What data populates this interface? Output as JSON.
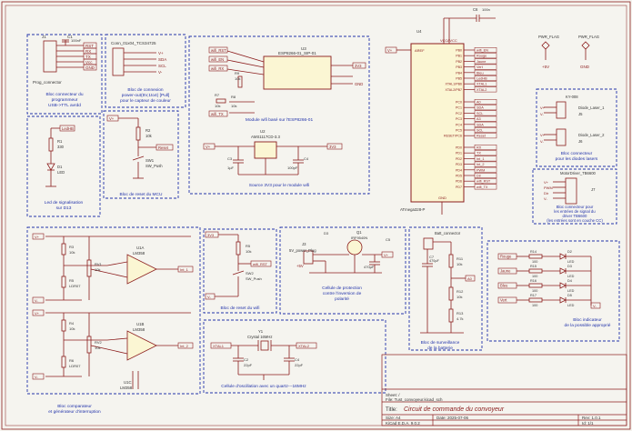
{
  "blocks": {
    "usb_programmer": {
      "title_lines": [
        "Bloc connecteur du",
        "programmeur",
        "USB->TTL avrdd"
      ],
      "label": "Prog_connector",
      "ref": "J1",
      "cap": "C1",
      "cap_val": "100nF",
      "pins": [
        "RST",
        "RX",
        "TX",
        "Vcc",
        "GND"
      ]
    },
    "sensor_conn": {
      "title_lines": [
        "Bloc de connexion",
        "power-out(5V,1to4) [Pull]",
        "pour le capteur de couleur"
      ],
      "label": "Conn_01x04_TCS34725",
      "pins": [
        "V+",
        "SDA",
        "SCL",
        "V-"
      ]
    },
    "wifi_module": {
      "title_lines": [
        "Module wifi basé sur l'ESP8266-01"
      ],
      "ref": "U3",
      "part": "ESP8266-01_SIP-01",
      "pins_left": [
        "wifi_RST",
        "wifi_EN",
        "wifi_RX",
        "wifi_TX"
      ],
      "pins_right": [
        "3V3",
        "GND"
      ],
      "r_labels": [
        "R7",
        "10k",
        "R8",
        "10k",
        "R9",
        "10k"
      ]
    },
    "supply_3v3": {
      "title": "Source 3V3 pour le module wifi",
      "ref": "U2",
      "part": "AMS1117CD-3.3",
      "caps": [
        "C3",
        "1µF",
        "C4",
        "100pF"
      ],
      "net": "3V3"
    },
    "led_heartbeat": {
      "title_lines": [
        "Led de signalisation",
        "sur D13"
      ],
      "net": "LedHB",
      "r": "R1",
      "r_val": "330",
      "d": "D1",
      "d_val": "LED"
    },
    "mcu_reset": {
      "title": "Bloc de reset du MCU",
      "r": "R2",
      "r_val": "10k",
      "sw": "SW1",
      "sw_val": "SW_Push",
      "net": "Reset"
    },
    "mcu": {
      "ref": "U4",
      "part": "ATmega328-P",
      "avcc": "AVCC",
      "vcc": "VCC",
      "aref": "AREF",
      "gnd": "GND",
      "pb": [
        "PB0",
        "PB1",
        "PB2",
        "PB3",
        "PB4",
        "PB5",
        "XTAL1/PB6",
        "XTAL2/PB7"
      ],
      "pb_nets": [
        "wifi_EN",
        "Rouge",
        "Jaune",
        "Vert",
        "Bleu",
        "LedHB",
        "XTAL1",
        "XTAL2"
      ],
      "pc": [
        "PC0",
        "PC1",
        "PC2",
        "PC3",
        "PC4",
        "PC5",
        "RESET/PC6"
      ],
      "pc_nets": [
        "A0",
        "SDA",
        "SCL",
        "A3",
        "SDA",
        "SCL",
        "Reset"
      ],
      "pd": [
        "PD0",
        "PD1",
        "PD2",
        "PD3",
        "PD4",
        "PD5",
        "PD6",
        "PD7"
      ],
      "pd_nets": [
        "RX",
        "TX",
        "Int_1",
        "Int_2",
        "PWM",
        "Dir",
        "wifi_RST",
        "wifi_TX"
      ],
      "vplus": "V+",
      "c": "C6",
      "c_val": "100n"
    },
    "pwr_flags": {
      "items": [
        "PWR_FLAG",
        "PWR_FLAG"
      ],
      "nets": [
        "+5V",
        "GND"
      ]
    },
    "ir_sensors": {
      "title_lines": [
        "Bloc connecteur",
        "pour les diodes lasers"
      ],
      "part": "KY-008",
      "refs": [
        "J5",
        "J6"
      ],
      "labels": [
        "Diode_Laser_1",
        "Diode_Laser_2"
      ]
    },
    "motor_driver": {
      "title_lines": [
        "Bloc connecteur pour",
        "les entrées de signal du",
        "driver TB6600",
        "(les entrées sont en couche CC)"
      ],
      "part": "MotorDriver_TB6600",
      "ref": "J7",
      "pins": [
        "V+",
        "PWM",
        "Dir",
        "V-"
      ]
    },
    "comparators": {
      "title_lines": [
        "Bloc comparateur",
        "et générateur d'interruption"
      ],
      "u1a": "U1A",
      "u1b": "U1B",
      "part": "LM358",
      "ic": "U1C",
      "ic_part": "LM358",
      "r": [
        "R3",
        "10k",
        "R4",
        "10k",
        "R5",
        "LDR07",
        "R6",
        "LDR07",
        "RV1",
        "10k",
        "RV2",
        "10k"
      ],
      "outs": [
        "Int_1",
        "Int_2"
      ]
    },
    "wifi_reset": {
      "title": "Bloc de reset du wifi",
      "r": "R5",
      "r_val": "10k",
      "sw": "SW2",
      "sw_val": "SW_Push",
      "net": "wifi_RST",
      "vnet": "3V3"
    },
    "polarity": {
      "title_lines": [
        "Cellule de protection",
        "contre l'inversion de",
        "polarité"
      ],
      "j": "J3",
      "j_val": "5V_power_Plug",
      "q": "Q1",
      "q_val": "IRF9540N",
      "c": "C5",
      "c_val": "470µF",
      "d": "D3"
    },
    "oscillator": {
      "title": "Cellule d'oscillation avec un quartz---16MHz",
      "y": "Y1",
      "y_val": "Crystal 16MHz",
      "caps": [
        "C2",
        "22pF",
        "C4",
        "22pF"
      ],
      "nets": [
        "XTAL1",
        "XTAL2"
      ]
    },
    "battery": {
      "title_lines": [
        "Bloc de surveillance",
        "de la batterie"
      ],
      "label": "Batt_connector",
      "c": "C7",
      "c_val": "470µF",
      "r": [
        "R11",
        "10k",
        "R12",
        "10k",
        "R13",
        "4.7k"
      ],
      "net": "A0"
    },
    "led_colors": {
      "title_lines": [
        "Bloc indicateur",
        "de la possible approprié"
      ],
      "leds": [
        "Rouge",
        "Jaune",
        "Bleu",
        "Vert"
      ],
      "rs": [
        "R14",
        "R15",
        "R16",
        "R17"
      ],
      "rv": "100",
      "ds": [
        "D2",
        "D3",
        "D4",
        "D5"
      ],
      "dv": "LED"
    }
  },
  "title_block": {
    "sheet": "Sheet: /",
    "file": "File: Tust_convoyeur.kicad_sch",
    "title_label": "Title:",
    "title": "Circuit de commande du convoyeur",
    "size": "Size: A4",
    "date": "Date: 2025-07-06",
    "rev": "Rev: 1.0.1",
    "kicad": "KiCad E.D.A. 9.0.2",
    "id": "Id: 1/1"
  }
}
